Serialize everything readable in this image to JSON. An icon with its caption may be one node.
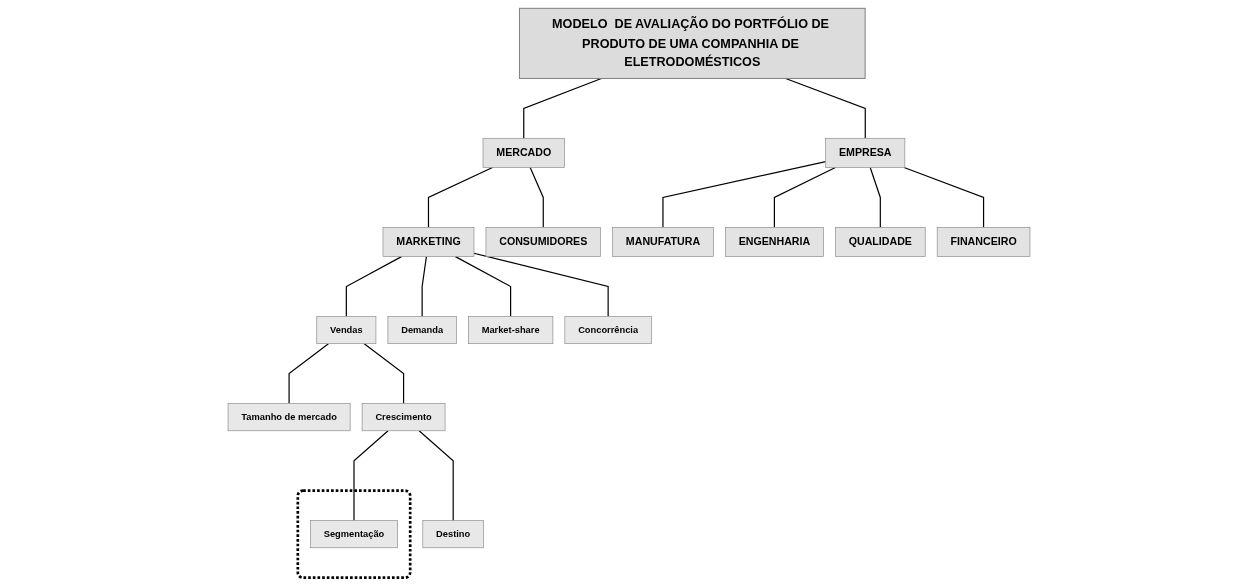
{
  "diagram": {
    "nodes": [
      {
        "text": [
          "MODELO  DE AVALIAÇÃO DO PORTFÓLIO DE PRODUTO DE UMA COMPANHIA DE ELETRODOMÉSTICOS"
        ]
      },
      {
        "text": [
          "MERCADO"
        ]
      },
      {
        "text": [
          "EMPRESA"
        ]
      },
      {
        "text": [
          "MARKETING"
        ]
      },
      {
        "text": [
          "CONSUMIDORES"
        ]
      },
      {
        "text": [
          "MANUFATURA"
        ]
      },
      {
        "text": [
          "ENGENHARIA"
        ]
      },
      {
        "text": [
          "QUALIDADE"
        ]
      },
      {
        "text": [
          "FINANCEIRO"
        ]
      },
      {
        "text": [
          "Vendas"
        ]
      },
      {
        "text": [
          "Demanda"
        ]
      },
      {
        "text": [
          "Market-share"
        ]
      },
      {
        "text": [
          "Concorrência"
        ]
      },
      {
        "text": [
          "Tamanho de mercado"
        ]
      },
      {
        "text": [
          "Crescimento"
        ]
      },
      {
        "text": [
          "Destino"
        ]
      },
      {
        "text": [],
        "shape": "box"
      },
      {
        "text": [
          "Segmentação"
        ],
        "in": 16
      }
    ],
    "edges": [
      {
        "from": 0,
        "to": 1,
        "arrow": "none"
      },
      {
        "from": 0,
        "to": 2,
        "arrow": "none"
      },
      {
        "from": 1,
        "to": 3,
        "arrow": "none"
      },
      {
        "from": 1,
        "to": 4,
        "arrow": "none"
      },
      {
        "from": 2,
        "to": 5,
        "arrow": "none"
      },
      {
        "from": 2,
        "to": 6,
        "arrow": "none"
      },
      {
        "from": 2,
        "to": 7,
        "arrow": "none"
      },
      {
        "from": 2,
        "to": 8,
        "arrow": "none"
      },
      {
        "from": 3,
        "to": 9,
        "arrow": "none"
      },
      {
        "from": 3,
        "to": 10,
        "arrow": "none"
      },
      {
        "from": 3,
        "to": 11,
        "arrow": "none"
      },
      {
        "from": 3,
        "to": 12,
        "arrow": "none"
      },
      {
        "from": 9,
        "to": 13,
        "arrow": "none"
      },
      {
        "from": 9,
        "to": 14,
        "arrow": "none"
      },
      {
        "from": 14,
        "to": 15,
        "arrow": "none"
      },
      {
        "from": 14,
        "to": 17,
        "arrow": "none"
      }
    ]
  }
}
